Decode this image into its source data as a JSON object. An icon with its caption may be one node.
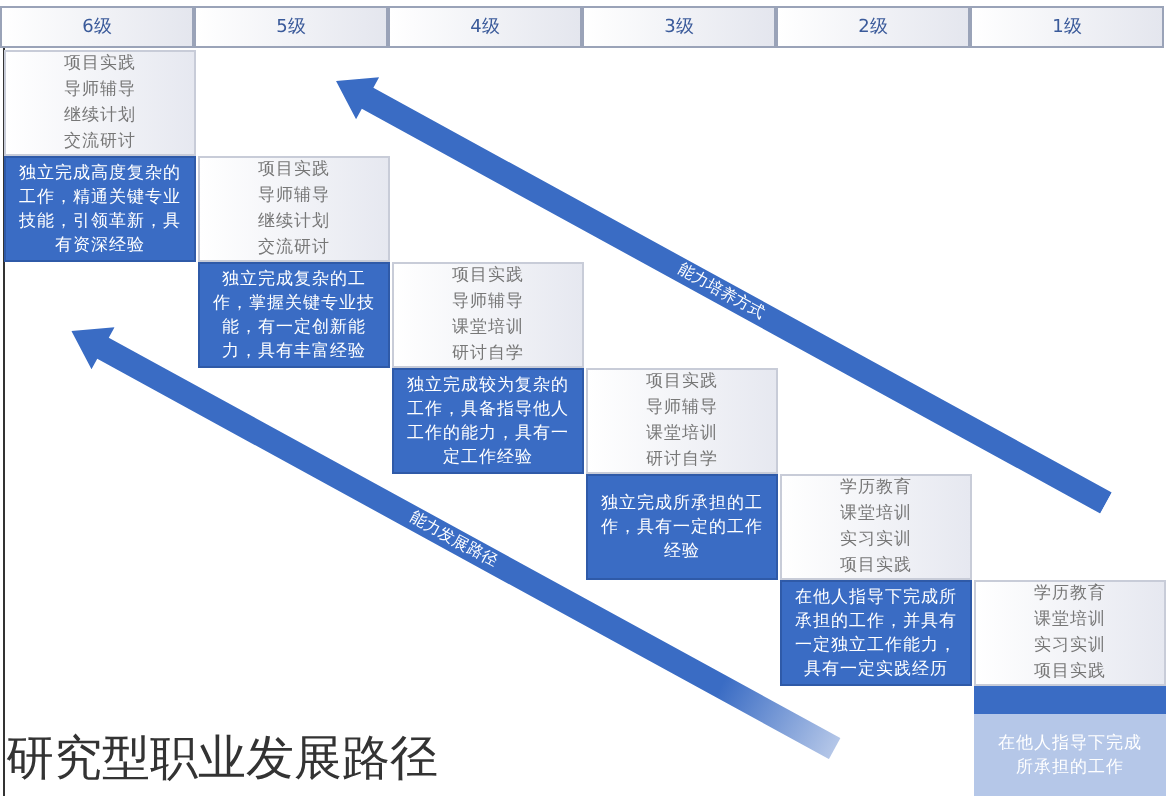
{
  "diagram": {
    "title": "研究型职业发展路径",
    "nodes": [
      {
        "text": [
          "项目实践",
          "导师辅导",
          "继续计划",
          "交流研讨"
        ]
      },
      {
        "text": [
          "独立完成高度复杂的工作，精通关键专业技能，引领革新，具有资深经验"
        ]
      },
      {
        "text": [
          "项目实践",
          "导师辅导",
          "继续计划",
          "交流研讨"
        ]
      },
      {
        "text": [
          "独立完成复杂的工作，掌握关键专业技能，有一定创新能力，具有丰富经验"
        ]
      },
      {
        "text": [
          "项目实践",
          "导师辅导",
          "课堂培训",
          "研讨自学"
        ]
      },
      {
        "text": [
          "独立完成较为复杂的工作，具备指导他人工作的能力，具有一定工作经验"
        ]
      },
      {
        "text": [
          "项目实践",
          "导师辅导",
          "课堂培训",
          "研讨自学"
        ]
      },
      {
        "text": [
          "独立完成所承担的工作，具有一定的工作经验"
        ]
      },
      {
        "text": [
          "学历教育",
          "课堂培训",
          "实习实训",
          "项目实践"
        ]
      },
      {
        "text": [
          "在他人指导下完成所承担的工作，并具有一定独立工作能力，具有一定实践经历"
        ]
      },
      {
        "text": [
          "学历教育",
          "课堂培训",
          "实习实训",
          "项目实践"
        ]
      },
      {
        "text": [
          "在他人指导下完成所承担的工作"
        ]
      },
      {
        "text": [
          "能力培养方式"
        ]
      },
      {
        "text": [
          "能力发展路径"
        ]
      }
    ],
    "labels": [
      "6级",
      "5级",
      "4级",
      "3级",
      "2级",
      "1级"
    ]
  }
}
